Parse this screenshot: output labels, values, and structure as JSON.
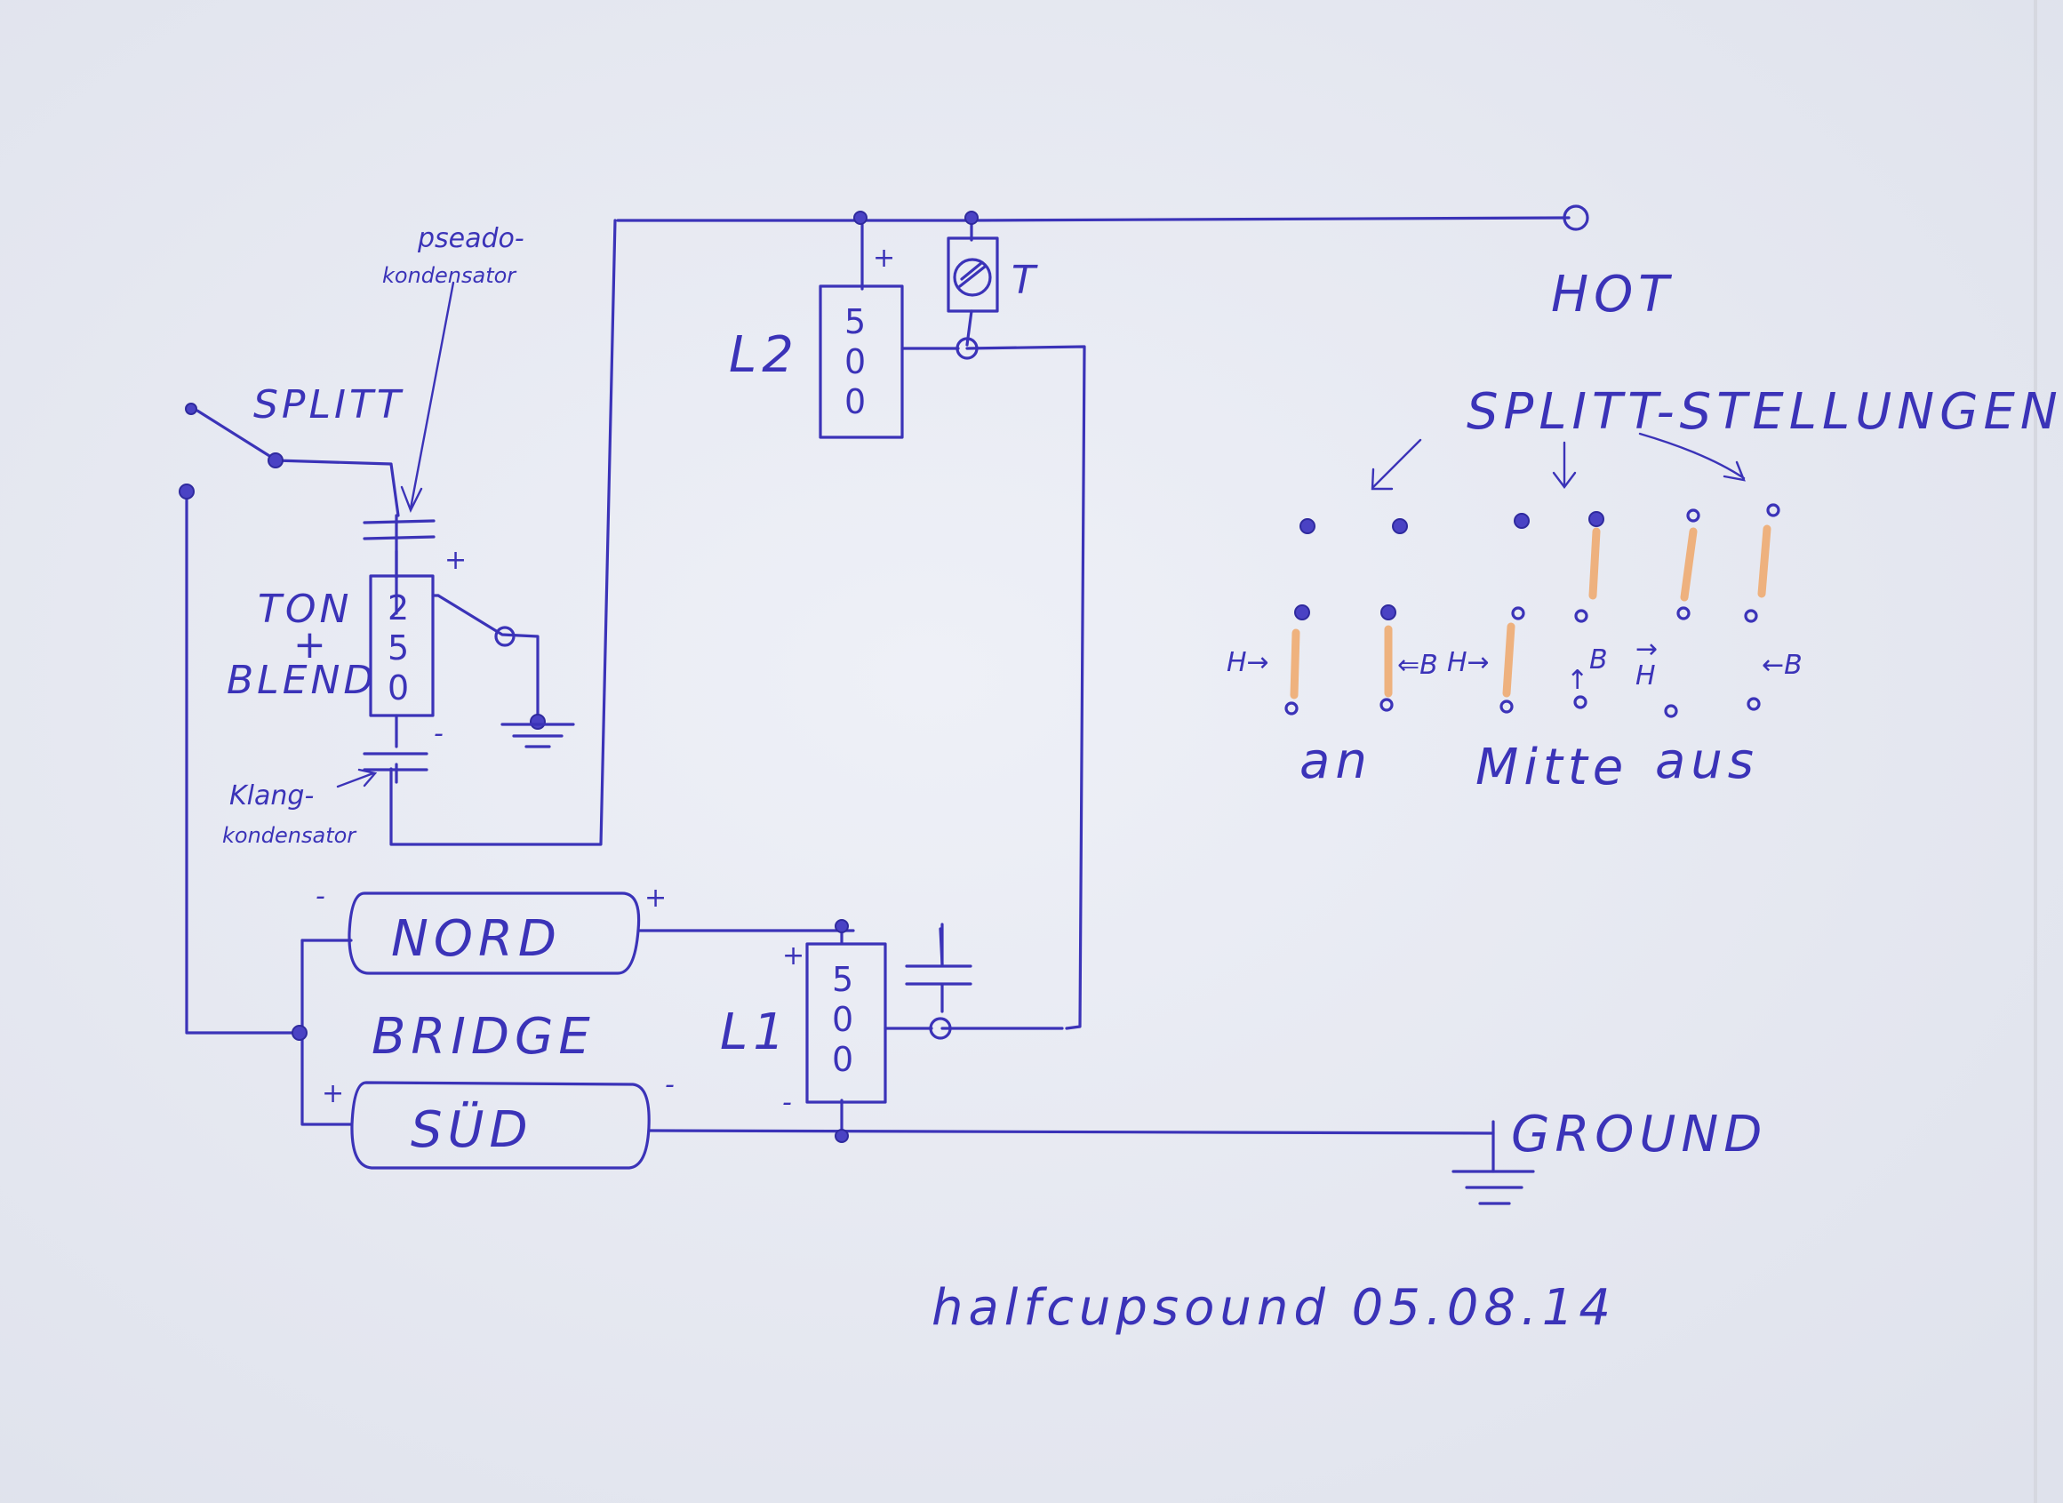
{
  "labels": {
    "pseudo_kondensator": [
      "pseado-",
      "kondensator"
    ],
    "splitt": "SPLITT",
    "ton_blend": [
      "TON",
      "+",
      "BLEND"
    ],
    "klang_kondensator": [
      "Klang-",
      "kondensator"
    ],
    "hot": "HOT",
    "splitt_stellungen": "SPLITT-STELLUNGEN",
    "positions": [
      "an",
      "Mitte",
      "aus"
    ],
    "nord": "NORD",
    "bridge": "BRIDGE",
    "sued": "SÜD",
    "ground": "GROUND",
    "signature": "halfcupsound 05.08.14"
  },
  "pots": {
    "l2": {
      "name": "L2",
      "digits": [
        "5",
        "0",
        "0"
      ],
      "plus": "+"
    },
    "l1": {
      "name": "L1",
      "digits": [
        "5",
        "0",
        "0"
      ],
      "plus": "+",
      "minus": "-"
    },
    "tone": {
      "digits": [
        "2",
        "5",
        "0"
      ],
      "plus": "+",
      "minus": "-"
    }
  },
  "trimmer": {
    "label": "T"
  },
  "coil_signs": {
    "nord_minus": "-",
    "nord_plus": "+",
    "sued_plus": "+",
    "sued_minus": "-"
  },
  "switch_markers": {
    "an_h": "H→",
    "an_b": "⇐B",
    "mitte_h": "H→",
    "mitte_b": "B",
    "mitte_b_arrow": "↑",
    "aus_h": "H",
    "aus_h_arrow": "→",
    "aus_b": "←B"
  },
  "colors": {
    "ink": "#3b33b8",
    "paper": "#e9ebf3",
    "highlight": "#f0a86a"
  }
}
